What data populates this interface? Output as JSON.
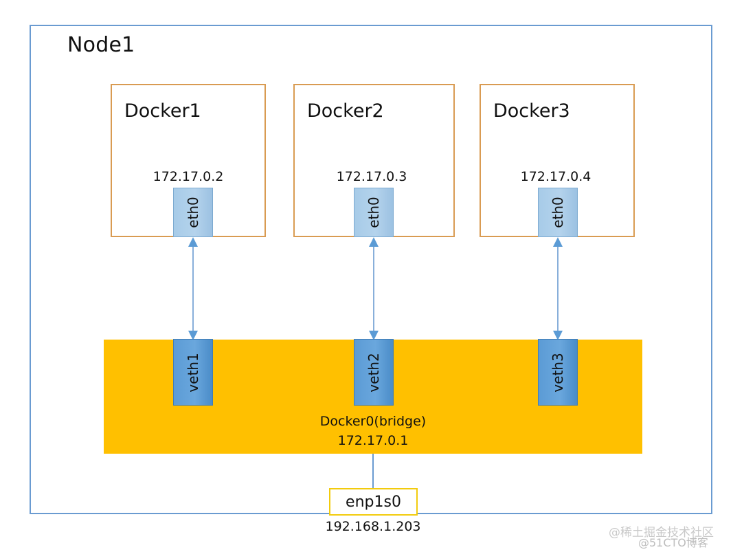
{
  "diagram": {
    "title": "Node1",
    "colors": {
      "node_border": "#6a9bd1",
      "docker_border": "#d99b52",
      "bridge_fill": "#FFC000",
      "eth_fill": "#a7cbe8",
      "veth_fill": "#5b9bd5",
      "nic_border": "#f2cb0d",
      "arrow": "#6a9bd1"
    },
    "containers": [
      {
        "name": "Docker1",
        "interface": "eth0",
        "ip": "172.17.0.2",
        "veth": "veth1"
      },
      {
        "name": "Docker2",
        "interface": "eth0",
        "ip": "172.17.0.3",
        "veth": "veth2"
      },
      {
        "name": "Docker3",
        "interface": "eth0",
        "ip": "172.17.0.4",
        "veth": "veth3"
      }
    ],
    "bridge": {
      "name": "Docker0(bridge)",
      "ip": "172.17.0.1"
    },
    "uplink": {
      "name": "enp1s0",
      "ip": "192.168.1.203"
    }
  },
  "watermarks": {
    "primary": "@稀土掘金技术社区",
    "secondary": "@51CTO博客"
  }
}
